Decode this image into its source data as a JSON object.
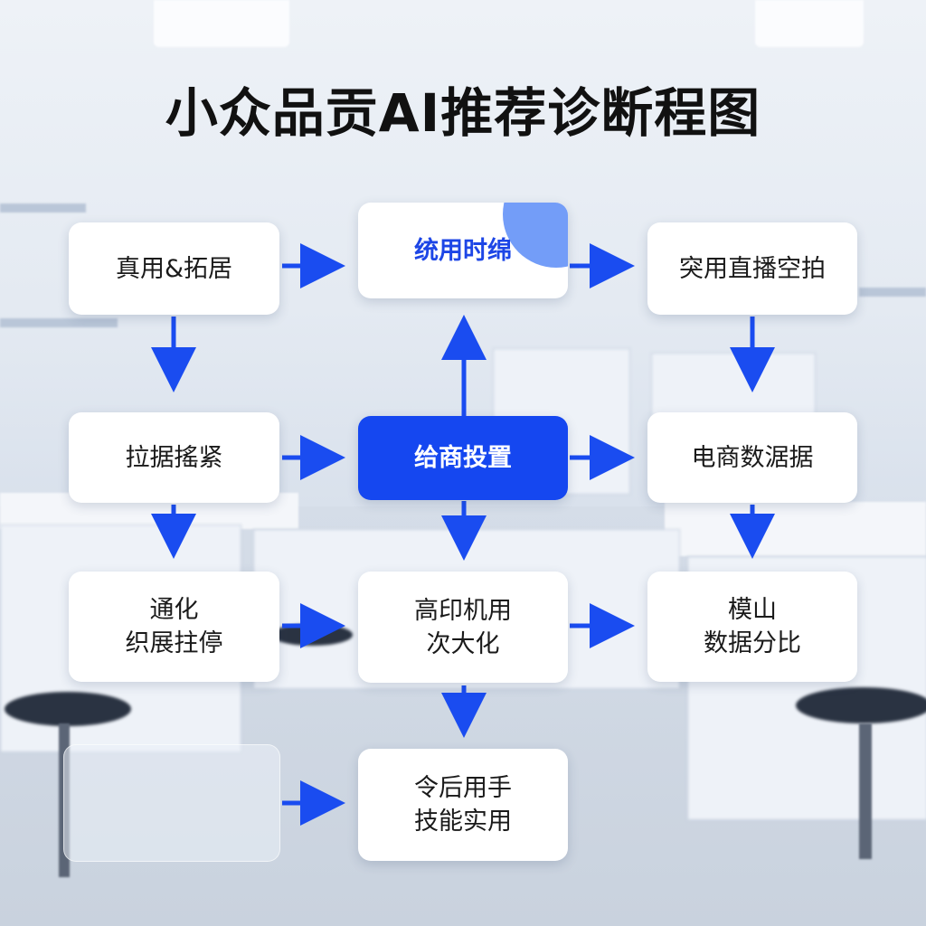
{
  "title": "小众品贡AI推荐诊断程图",
  "colors": {
    "accent": "#1547f0",
    "arrow": "#1a4cf0",
    "node_bg": "#ffffff"
  },
  "nodes": {
    "n1": {
      "lines": [
        "真用&拓居"
      ]
    },
    "n2": {
      "lines": [
        "统用时绵"
      ]
    },
    "n3": {
      "lines": [
        "突用直播空拍"
      ]
    },
    "n4": {
      "lines": [
        "拉据搖紧"
      ]
    },
    "n5": {
      "lines": [
        "给商投置"
      ]
    },
    "n6": {
      "lines": [
        "电商数涺据"
      ]
    },
    "n7": {
      "lines": [
        "通化",
        "织展拄停"
      ]
    },
    "n8": {
      "lines": [
        "高印机用",
        "次大化"
      ]
    },
    "n9": {
      "lines": [
        "模山",
        "数据分比"
      ]
    },
    "n10": {
      "lines": []
    },
    "n11": {
      "lines": [
        "令后用手",
        "技能实用"
      ]
    }
  }
}
